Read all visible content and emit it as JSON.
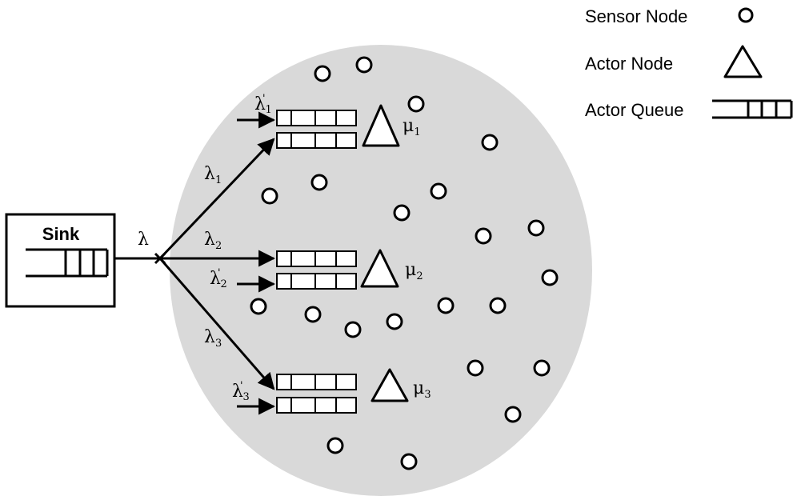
{
  "legend": {
    "sensor": "Sensor Node",
    "actor": "Actor Node",
    "queue": "Actor Queue"
  },
  "sink": {
    "label": "Sink",
    "rate": "λ"
  },
  "routes": [
    {
      "sym": "λ",
      "sub": "1"
    },
    {
      "sym": "λ",
      "sub": "2"
    },
    {
      "sym": "λ",
      "sub": "3"
    }
  ],
  "local_rates": [
    {
      "sym": "λ",
      "sub": "1",
      "prime": "'"
    },
    {
      "sym": "λ",
      "sub": "2",
      "prime": "'"
    },
    {
      "sym": "λ",
      "sub": "3",
      "prime": "'"
    }
  ],
  "service_rates": [
    {
      "sym": "μ",
      "sub": "1"
    },
    {
      "sym": "μ",
      "sub": "2"
    },
    {
      "sym": "μ",
      "sub": "3"
    }
  ],
  "colors": {
    "field": "#d9d9d9",
    "stroke": "#000000",
    "background": "#ffffff"
  }
}
